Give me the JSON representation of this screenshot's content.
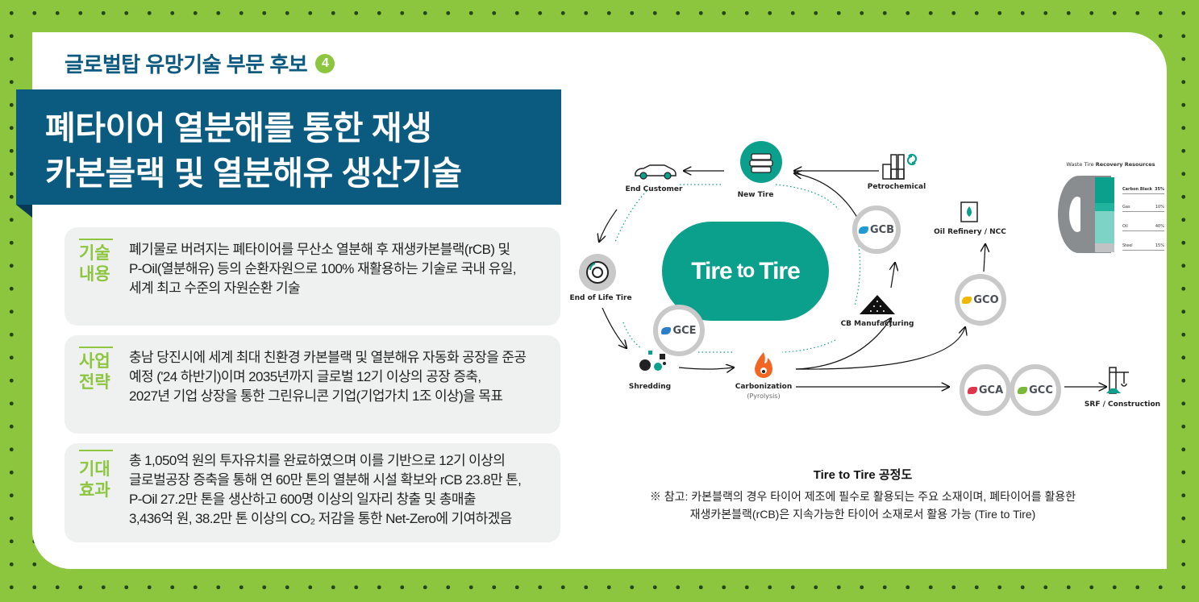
{
  "header": {
    "subtitle": "글로벌탑 유망기술 부문 후보",
    "candidate_number": "4",
    "title_line1": "폐타이어 열분해를 통한 재생",
    "title_line2": "카본블랙 및 열분해유 생산기술"
  },
  "sections": [
    {
      "label_line1": "기술",
      "label_line2": "내용",
      "lines": [
        "폐기물로 버려지는 폐타이어를 무산소 열분해 후 재생카본블랙(rCB) 및",
        "P-Oil(열분해유) 등의 순환자원으로 100% 재활용하는 기술로 국내 유일,",
        "세계 최고 수준의 자원순환 기술"
      ]
    },
    {
      "label_line1": "사업",
      "label_line2": "전략",
      "lines": [
        "충남 당진시에 세계 최대 친환경 카본블랙 및 열분해유 자동화 공장을 준공",
        "예정 ('24 하반기)이며 2035년까지 글로벌 12기 이상의 공장 증축,",
        "2027년 기업 상장을 통한 그린유니콘 기업(기업가치 1조 이상)을 목표"
      ]
    },
    {
      "label_line1": "기대",
      "label_line2": "효과",
      "lines": [
        "총 1,050억 원의 투자유치를 완료하였으며 이를 기반으로 12기 이상의",
        "글로벌공장 증축을 통해 연 60만 톤의 열분해 시설 확보와 rCB 23.8만 톤,",
        "P-Oil 27.2만 톤을 생산하고 600명 이상의 일자리 창출 및 총매출",
        "3,436억 원, 38.2만 톤 이상의 CO₂ 저감을 통한 Net-Zero에 기여하겠음"
      ]
    }
  ],
  "diagram": {
    "hub_word1": "Tire",
    "hub_word2": "to",
    "hub_word3": "Tire",
    "nodes": {
      "end_customer": "End Customer",
      "new_tire": "New Tire",
      "petrochemical": "Petrochemical",
      "oil_refinery": "Oil Refinery / NCC",
      "end_of_life": "End of Life Tire",
      "shredding": "Shredding",
      "carbonization": "Carbonization",
      "carbonization_sub": "(Pyrolysis)",
      "cb_manufacturing": "CB Manufacturing",
      "srf": "SRF / Construction"
    },
    "companies": {
      "gcb": "GCB",
      "gce": "GCE",
      "gco": "GCO",
      "gca": "GCA",
      "gcc": "GCC"
    },
    "recovery": {
      "title_light": "Waste Tire",
      "title_bold": "Recovery Resources",
      "items": [
        {
          "name": "Carbon Black",
          "pct": "35%"
        },
        {
          "name": "Gas",
          "pct": "10%"
        },
        {
          "name": "Oil",
          "pct": "40%"
        },
        {
          "name": "Steel",
          "pct": "15%"
        }
      ]
    }
  },
  "caption": {
    "title": "Tire to Tire 공정도",
    "note_line1": "※ 참고: 카본블랙의 경우 타이어 제조에 필수로 활용되는 주요 소재이며, 폐타이어를 활용한",
    "note_line2": "재생카본블랙(rCB)은 지속가능한 타이어 소재로서 활용 가능 (Tire to Tire)"
  },
  "colors": {
    "background_green": "#8cc63f",
    "banner_blue": "#0b5a80",
    "teal": "#0ba08c",
    "section_bg": "#eff0f0",
    "gca_red": "#e0344a",
    "gcc_green": "#7ab83a",
    "gco_yellow": "#f2b705",
    "gcb_blue": "#1e9bd7"
  }
}
